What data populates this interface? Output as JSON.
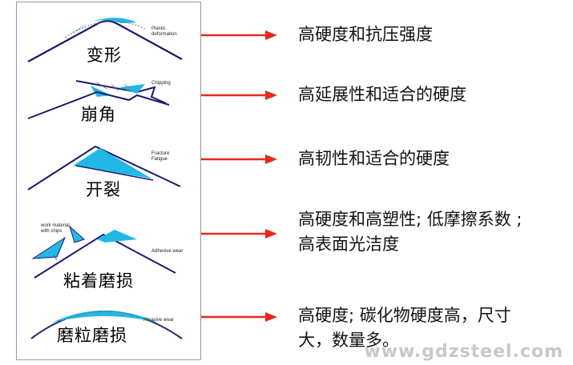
{
  "rows": [
    {
      "label": "变形",
      "tiny": "Plastic\ndeformation",
      "description_lines": [
        "高硬度和抗压强度"
      ]
    },
    {
      "label": "崩角",
      "tiny": "Chipping",
      "description_lines": [
        "高延展性和适合的硬度"
      ]
    },
    {
      "label": "开裂",
      "tiny": "Fracture\nFatigue",
      "description_lines": [
        "高韧性和适合的硬度"
      ]
    },
    {
      "label": "粘着磨损",
      "tiny": "Adhesive wear",
      "tiny2": "work material\nwith chips",
      "description_lines": [
        "高硬度和高塑性; 低摩擦系数 ;",
        "高表面光洁度"
      ]
    },
    {
      "label": "磨粒磨损",
      "tiny": "Abrasive wear",
      "description_lines": [
        "高硬度; 碳化物硬度高，尺寸",
        "大，数量多。"
      ]
    }
  ],
  "watermark": "www.gdzsteel.com",
  "colors": {
    "arrow": "#e8281c",
    "wear": "#22b8e6",
    "outline": "#1a1a6e"
  }
}
